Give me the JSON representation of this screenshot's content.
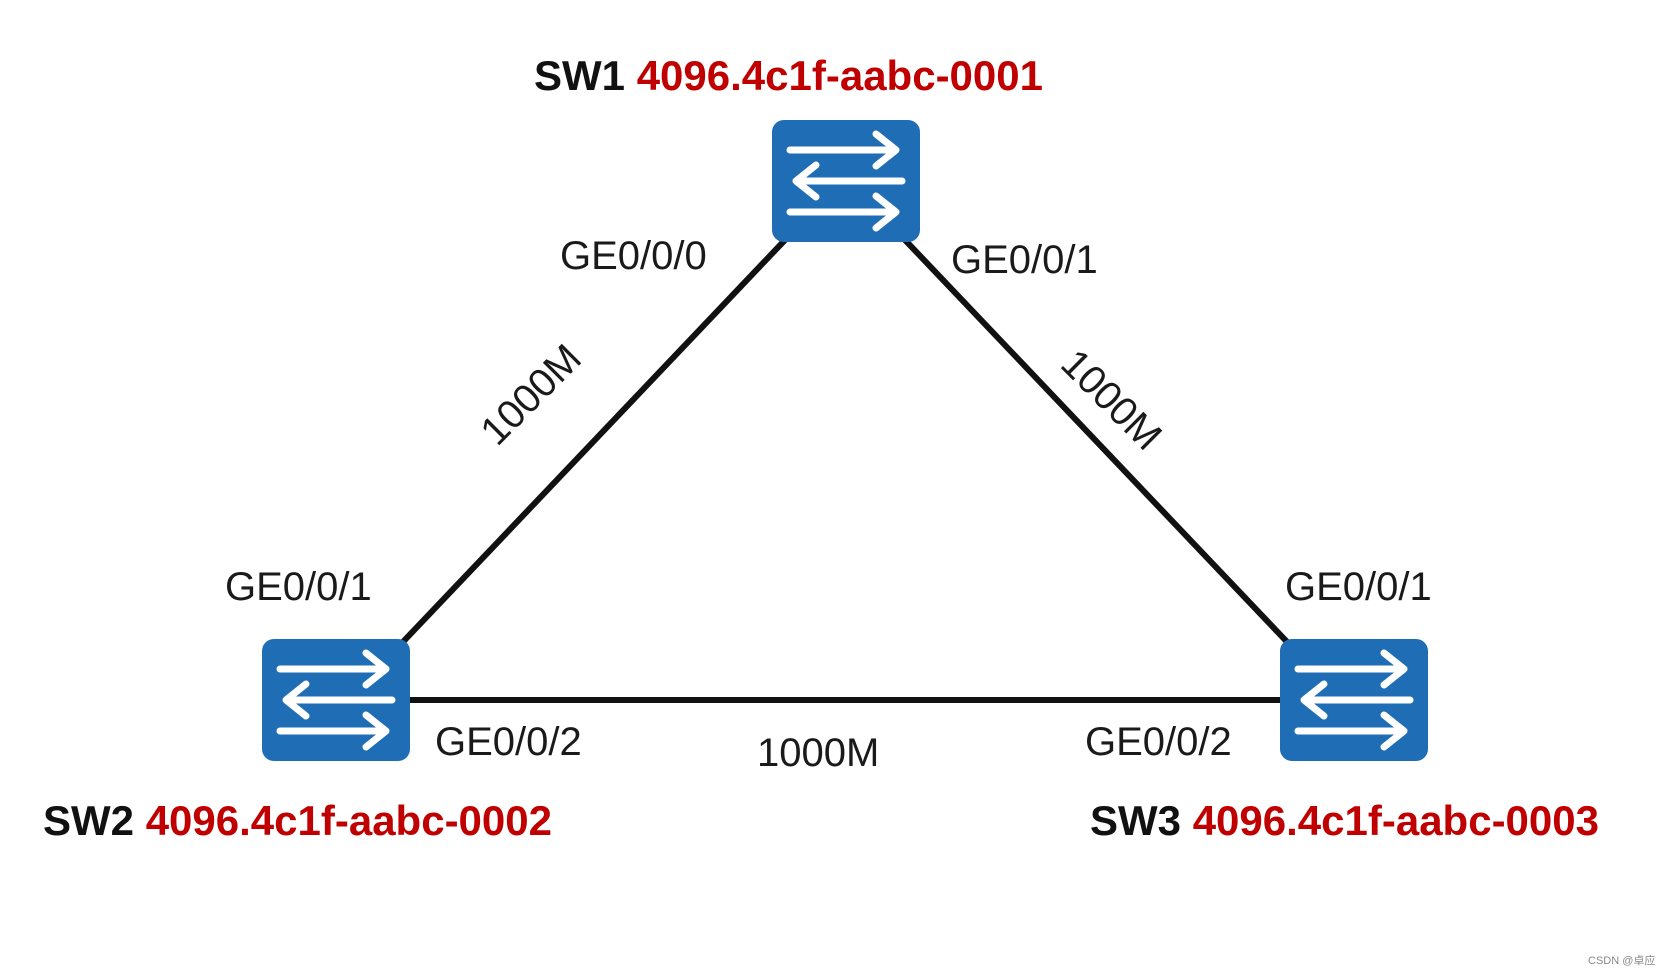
{
  "switches": {
    "sw1": {
      "name": "SW1",
      "bridge_id": "4096.4c1f-aabc-0001"
    },
    "sw2": {
      "name": "SW2",
      "bridge_id": "4096.4c1f-aabc-0002"
    },
    "sw3": {
      "name": "SW3",
      "bridge_id": "4096.4c1f-aabc-0003"
    }
  },
  "ports": {
    "sw1_left": "GE0/0/0",
    "sw1_right": "GE0/0/1",
    "sw2_top": "GE0/0/1",
    "sw2_right": "GE0/0/2",
    "sw3_top": "GE0/0/1",
    "sw3_left": "GE0/0/2"
  },
  "links": {
    "sw1_sw2": "1000M",
    "sw1_sw3": "1000M",
    "sw2_sw3": "1000M"
  },
  "icon": "network-switch-icon",
  "colors": {
    "switch_fill": "#1f6db5",
    "bridge_id_text": "#c00000",
    "link": "#111111"
  },
  "watermark": "CSDN @卓应"
}
